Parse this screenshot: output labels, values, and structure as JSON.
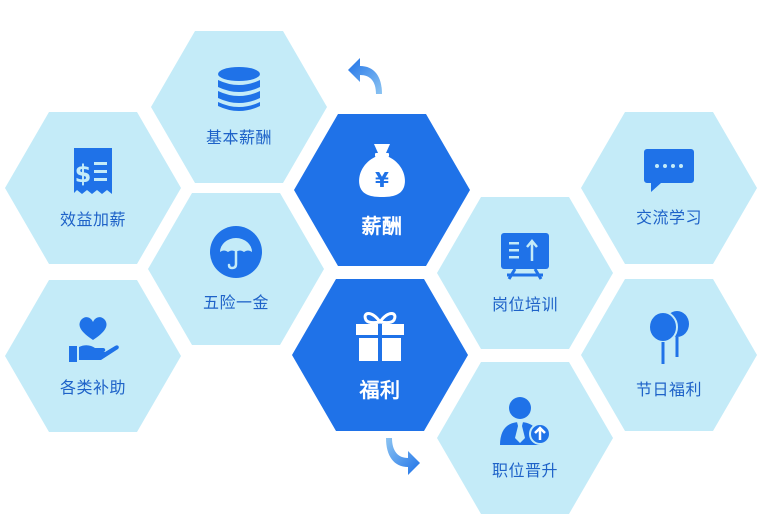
{
  "colors": {
    "light_hex": "#c4ebf8",
    "dark_hex": "#1f72e8",
    "label": "#1e62c8",
    "icon": "#1f72e8"
  },
  "hexagons": {
    "jiben_xinchou": {
      "label": "基本薪酬",
      "icon": "coin-stack-icon"
    },
    "xiaoyi_jiaxin": {
      "label": "效益加薪",
      "icon": "receipt-dollar-icon"
    },
    "xinchou": {
      "label": "薪酬",
      "icon": "money-bag-icon"
    },
    "wuxian_yijin": {
      "label": "五险一金",
      "icon": "umbrella-icon"
    },
    "gelei_buzhu": {
      "label": "各类补助",
      "icon": "heart-hand-icon"
    },
    "fuli": {
      "label": "福利",
      "icon": "gift-icon"
    },
    "gangwei_peixun": {
      "label": "岗位培训",
      "icon": "training-board-icon"
    },
    "jiaoliu_xuexi": {
      "label": "交流学习",
      "icon": "chat-bubble-icon"
    },
    "jieri_fuli": {
      "label": "节日福利",
      "icon": "balloons-icon"
    },
    "zhiwei_jinsheng": {
      "label": "职位晋升",
      "icon": "promotion-user-icon"
    }
  },
  "money_bag_symbol": "¥",
  "receipt_symbol": "$"
}
